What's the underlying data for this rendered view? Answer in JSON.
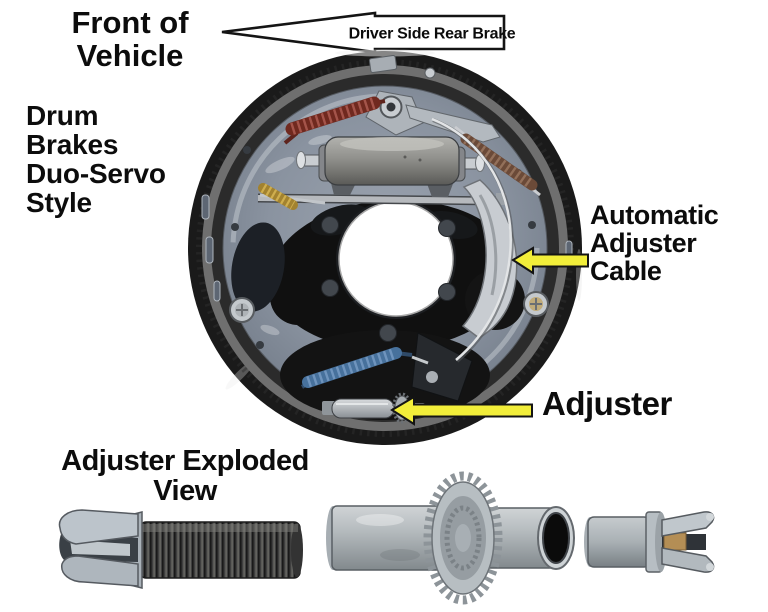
{
  "colors": {
    "background": "#ffffff",
    "text": "#0c0c0c",
    "annotation_yellow": "#f2ee3a",
    "arrow_outline": "#141414"
  },
  "header": {
    "front_of_vehicle_line1": "Front of",
    "front_of_vehicle_line2": "Vehicle",
    "direction_arrow_label": "Driver Side Rear Brake"
  },
  "left_caption": {
    "line1": "Drum",
    "line2": "Brakes",
    "line3": "Duo-Servo",
    "line4": "Style"
  },
  "annotations": {
    "cable_line1": "Automatic",
    "cable_line2": "Adjuster",
    "cable_line3": "Cable",
    "adjuster": "Adjuster"
  },
  "exploded_view": {
    "title_line1": "Adjuster Exploded",
    "title_line2": "View"
  }
}
